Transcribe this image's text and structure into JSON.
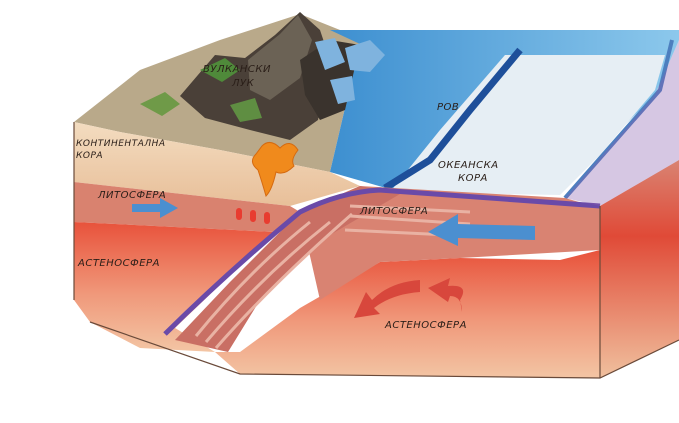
{
  "labels": {
    "volcanic_arc": [
      "ВУЛКАНСКИ",
      "ЛУК"
    ],
    "trench": "РОВ",
    "continental_crust": [
      "КОНТИНЕНТАЛНА",
      "КОРА"
    ],
    "oceanic_crust": [
      "ОКЕАНСКА",
      "КОРА"
    ],
    "lithosphere_left": "ЛИТОСФЕРА",
    "lithosphere_right": "ЛИТОСФЕРА",
    "asthenosphere_left": "АСТЕНОСФЕРА",
    "asthenosphere_bottom": "АСТЕНОСФЕРА"
  },
  "colors": {
    "ocean": "#5aa8dc",
    "ocean_plate": "#e7eff5",
    "continental_crust": "#ecc9a4",
    "lithosphere": "#d9806e",
    "asthenosphere": "#e5503a",
    "slab_edge": "#6a4aa8",
    "magma": "#f08a1c",
    "mountains": "#4a4038",
    "arrows": "#4b8fd0",
    "convection_arrows": "#d8473c"
  },
  "icons": {
    "magma_plume": "magma-plume-icon",
    "plate_motion": "arrow-icon",
    "convection": "curved-arrow-icon"
  }
}
